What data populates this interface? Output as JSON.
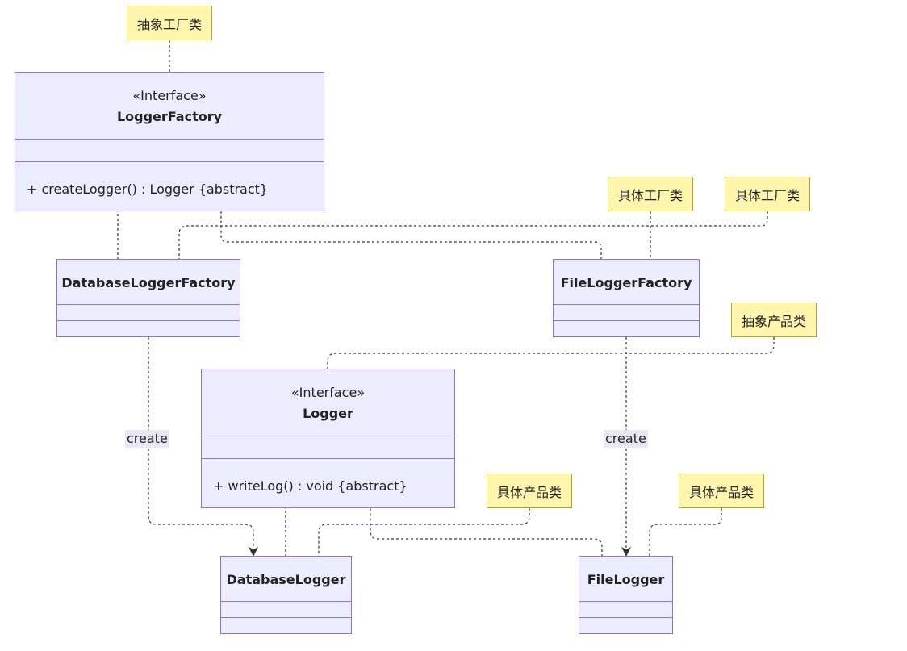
{
  "classes": {
    "logger_factory": {
      "stereotype": "«Interface»",
      "name": "LoggerFactory",
      "method": "+ createLogger() : Logger {abstract}"
    },
    "database_logger_factory": {
      "name": "DatabaseLoggerFactory"
    },
    "file_logger_factory": {
      "name": "FileLoggerFactory"
    },
    "logger": {
      "stereotype": "«Interface»",
      "name": "Logger",
      "method": "+ writeLog() : void {abstract}"
    },
    "database_logger": {
      "name": "DatabaseLogger"
    },
    "file_logger": {
      "name": "FileLogger"
    }
  },
  "notes": {
    "abstract_factory": "抽象工厂类",
    "concrete_factory_1": "具体工厂类",
    "concrete_factory_2": "具体工厂类",
    "abstract_product": "抽象产品类",
    "concrete_product_1": "具体产品类",
    "concrete_product_2": "具体产品类"
  },
  "edge_labels": {
    "db_create": "create",
    "file_create": "create"
  },
  "colors": {
    "class_fill": "#ECECFF",
    "class_border": "#9370DB",
    "note_fill": "#FFF5AD",
    "note_border": "#AAAA33",
    "edge": "#333333"
  }
}
